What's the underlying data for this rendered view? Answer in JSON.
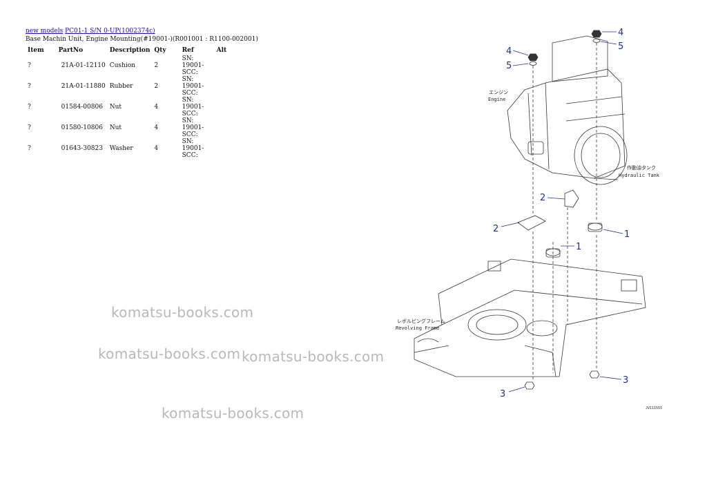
{
  "breadcrumb": {
    "link1": "new models",
    "link2": "PC01-1 S/N 0-UP(1002374c)"
  },
  "subtitle": "Base Machin Unit, Engine Mounting(#19001-)(R001001 : R1100-002001)",
  "table": {
    "headers": [
      "Item",
      "PartNo",
      "Description",
      "Qty",
      "Ref",
      "Alt"
    ],
    "rows": [
      {
        "item": "?",
        "part": "21A-01-12110",
        "desc": "Cushion",
        "qty": "2",
        "ref1": "SN: 19001-",
        "ref2": "SCC:"
      },
      {
        "item": "?",
        "part": "21A-01-11880",
        "desc": "Rubber",
        "qty": "2",
        "ref1": "SN: 19001-",
        "ref2": "SCC:"
      },
      {
        "item": "?",
        "part": "01584-00806",
        "desc": "Nut",
        "qty": "4",
        "ref1": "SN: 19001-",
        "ref2": "SCC:"
      },
      {
        "item": "?",
        "part": "01580-10806",
        "desc": "Nut",
        "qty": "4",
        "ref1": "SN: 19001-",
        "ref2": "SCC:"
      },
      {
        "item": "?",
        "part": "01643-30823",
        "desc": "Washer",
        "qty": "4",
        "ref1": "SN: 19001-",
        "ref2": "SCC:"
      }
    ]
  },
  "watermark": "komatsu-books.com",
  "diagram": {
    "engine_jp": "エンジン",
    "engine_en": "Engine",
    "tank_jp": "作動油タンク",
    "tank_en": "Hydraulic Tank",
    "frame_jp": "レボルビングフレーム",
    "frame_en": "Revolving Frame",
    "figure_code": "JV111555",
    "callouts": [
      "1",
      "1",
      "2",
      "2",
      "3",
      "3",
      "4",
      "4",
      "5",
      "5"
    ]
  },
  "colors": {
    "link": "#1a0dab",
    "callout": "#1f2f8c",
    "watermark": "#b8b8b8"
  }
}
